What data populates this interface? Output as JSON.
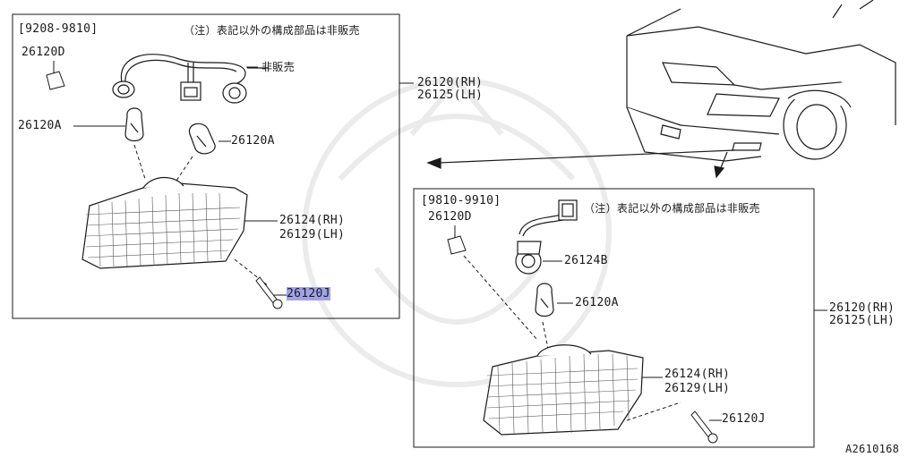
{
  "panel_top": {
    "date_range": "[9208-9810]",
    "note": "（注）表記以外の構成部品は非販売",
    "not_sold_label": "非販売",
    "assembly_rh": "26120(RH)",
    "assembly_lh": "26125(LH)",
    "parts": {
      "bracket": "26120D",
      "bulb_left": "26120A",
      "bulb_right": "26120A",
      "lens_rh": "26124(RH)",
      "lens_lh": "26129(LH)",
      "screw": "26120J"
    },
    "highlighted_part": "26120J"
  },
  "panel_bottom": {
    "date_range": "[9810-9910]",
    "note": "（注）表記以外の構成部品は非販売",
    "assembly_rh": "26120(RH)",
    "assembly_lh": "26125(LH)",
    "parts": {
      "bracket": "26120D",
      "socket": "26124B",
      "bulb": "26120A",
      "lens_rh": "26124(RH)",
      "lens_lh": "26129(LH)",
      "screw": "26120J"
    }
  },
  "diagram_code": "A2610168",
  "colors": {
    "line": "#1a1a1a",
    "highlight": "#9fa3e6",
    "watermark": "#ececec"
  }
}
